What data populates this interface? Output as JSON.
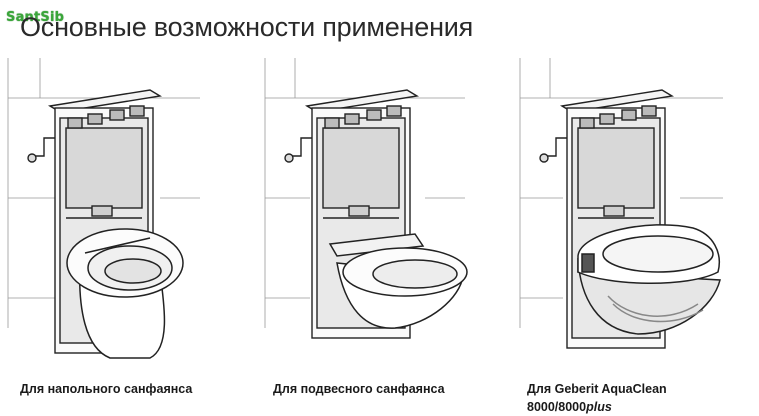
{
  "watermark": {
    "text": "SantSib"
  },
  "heading": "Основные возможности применения",
  "colors": {
    "watermark": "#3aa63a",
    "text": "#1a1a1a",
    "line": "#222222"
  },
  "panels": [
    {
      "caption_line1": "Для напольного санфаянса",
      "caption_line2": "",
      "caption_line2_italic": ""
    },
    {
      "caption_line1": "Для подвесного санфаянса",
      "caption_line2": "",
      "caption_line2_italic": ""
    },
    {
      "caption_line1": "Для Geberit AquaClean",
      "caption_line2": "8000/8000",
      "caption_line2_italic": "plus"
    }
  ]
}
